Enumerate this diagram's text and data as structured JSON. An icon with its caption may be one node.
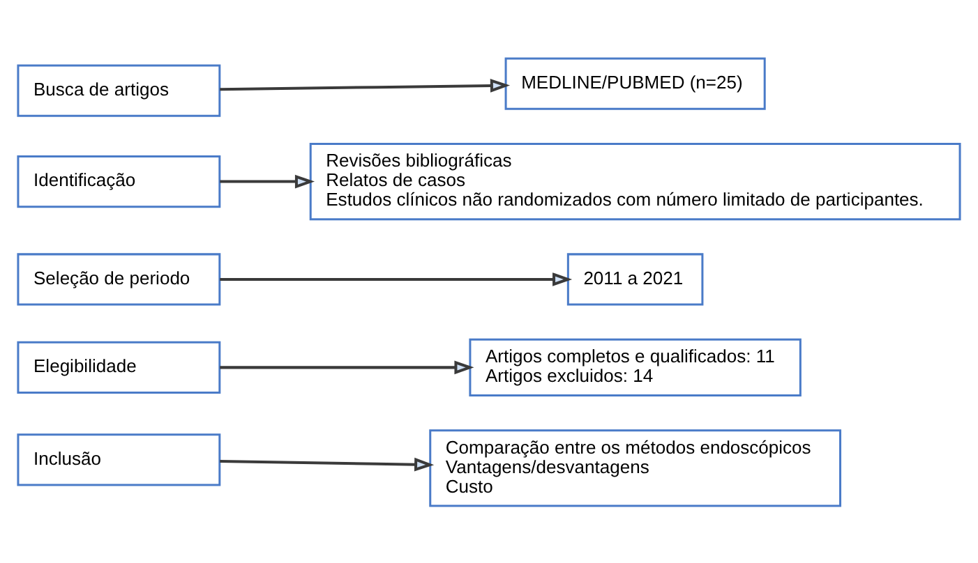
{
  "diagram": {
    "nodes": [
      {
        "text": [
          "Busca de artigos"
        ]
      },
      {
        "text": [
          "Identificação"
        ]
      },
      {
        "text": [
          "Seleção de periodo"
        ]
      },
      {
        "text": [
          "Elegibilidade"
        ]
      },
      {
        "text": [
          "Inclusão"
        ]
      },
      {
        "text": [
          "MEDLINE/PUBMED (n=25)"
        ]
      },
      {
        "text": [
          "Revisões bibliográficas",
          "Relatos de casos",
          "Estudos clínicos não randomizados com número limitado de participantes."
        ]
      },
      {
        "text": [
          "2011 a 2021"
        ]
      },
      {
        "text": [
          "Artigos completos e qualificados: 11",
          "Artigos excluidos: 14"
        ]
      },
      {
        "text": [
          "Comparação entre os métodos endoscópicos",
          "Vantagens/desvantagens",
          "Custo"
        ]
      }
    ],
    "edges": [
      {
        "from": 0,
        "to": 5,
        "arrow": "to"
      },
      {
        "from": 1,
        "to": 6,
        "arrow": "to"
      },
      {
        "from": 2,
        "to": 7,
        "arrow": "to"
      },
      {
        "from": 3,
        "to": 8,
        "arrow": "to"
      },
      {
        "from": 4,
        "to": 9,
        "arrow": "to"
      }
    ]
  }
}
